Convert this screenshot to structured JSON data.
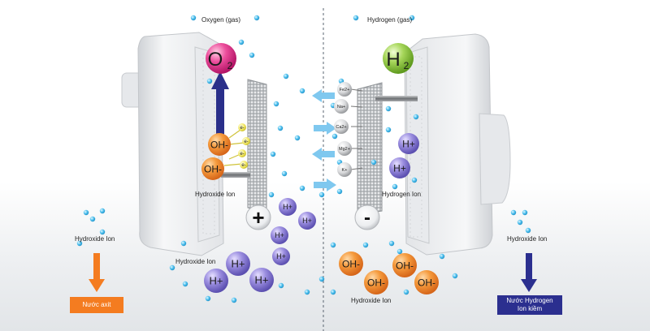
{
  "labels": {
    "oxygen_gas": "Oxygen (gas)",
    "hydrogen_gas": "Hydrogen (gas)",
    "o2": "O",
    "o2_sub": "2",
    "h2": "H",
    "h2_sub": "2",
    "hydroxide_ion_left_plate": "Hydroxide Ion",
    "hydrogen_ion_right_plate": "Hydrogen Ion",
    "hydroxide_ion_left_side": "Hydroxide Ion",
    "hydroxide_ion_bottom_left": "Hydroxide Ion",
    "hydroxide_ion_bottom_right": "Hydroxide Ion",
    "hydroxide_ion_right_side": "Hydroxide Ion",
    "plus": "+",
    "minus": "-",
    "oh": "OH-",
    "hplus": "H+",
    "electron": "e-"
  },
  "minerals": [
    "Fe2+",
    "Na+",
    "Ca2+",
    "Mg2+",
    "K+"
  ],
  "outputs": {
    "acid": "Nước axit",
    "alkaline_line1": "Nước Hydrogen",
    "alkaline_line2": "Ion kiềm"
  },
  "colors": {
    "acid_box": "#f47c20",
    "alkaline_box": "#2b2f8f",
    "oh_ion": "#f28a2e",
    "h_ion": "#8d7fd6",
    "o2_bubble": "#e8338c",
    "h2_bubble": "#8cc63f",
    "water_drop": "#3fb6e8",
    "up_arrow": "#2a2f8a"
  }
}
